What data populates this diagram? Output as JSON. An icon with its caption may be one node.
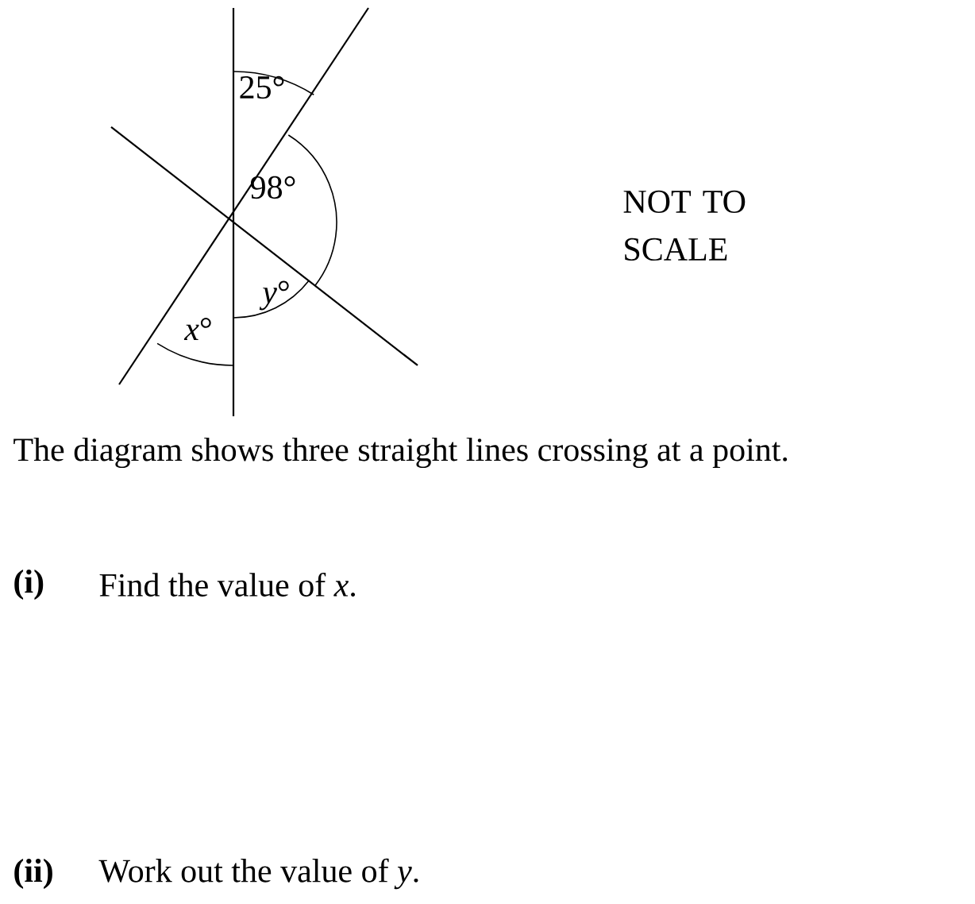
{
  "diagram": {
    "labels": [
      "25°",
      "98°",
      "*x*°",
      "*y*°",
      "NOT TO SCALE",
      "The diagram shows three straight lines crossing at a point.",
      "(i)",
      "Find the value of *x*.",
      "(ii)",
      "Work out the value of *y*."
    ]
  }
}
